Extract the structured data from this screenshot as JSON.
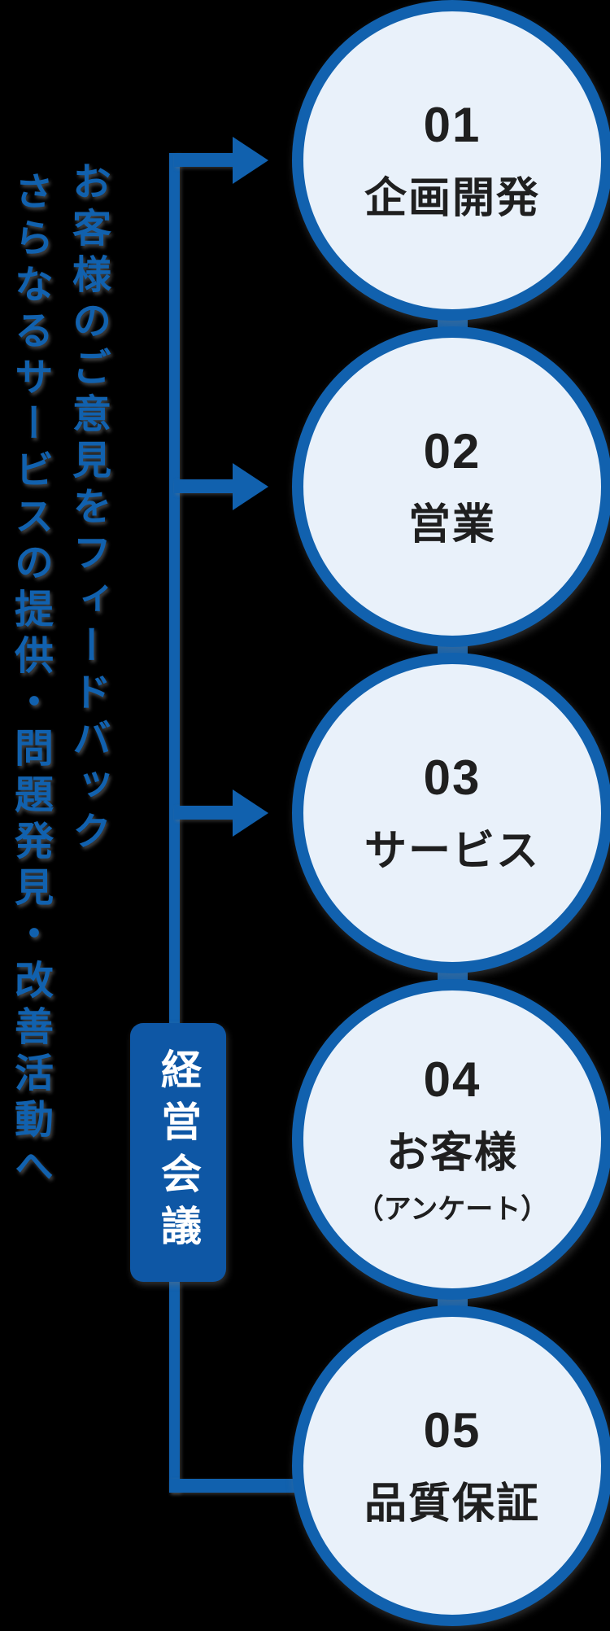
{
  "colors": {
    "background": "#000000",
    "brand_blue": "#1161AE",
    "box_blue": "#0E57A5",
    "circle_fill": "#E9F1FA",
    "dark_text": "#1F1F1F",
    "box_text": "#FFFFFF"
  },
  "feedback_note": {
    "line1": "お客様のご意見をフィードバック",
    "line2": "さらなるサービスの提供・問題発見・改善活動へ"
  },
  "meeting_box": {
    "label": "経営会議"
  },
  "steps": [
    {
      "number": "01",
      "label": "企画開発"
    },
    {
      "number": "02",
      "label": "営業"
    },
    {
      "number": "03",
      "label": "サービス"
    },
    {
      "number": "04",
      "label": "お客様",
      "sublabel": "（アンケート）"
    },
    {
      "number": "05",
      "label": "品質保証"
    }
  ]
}
